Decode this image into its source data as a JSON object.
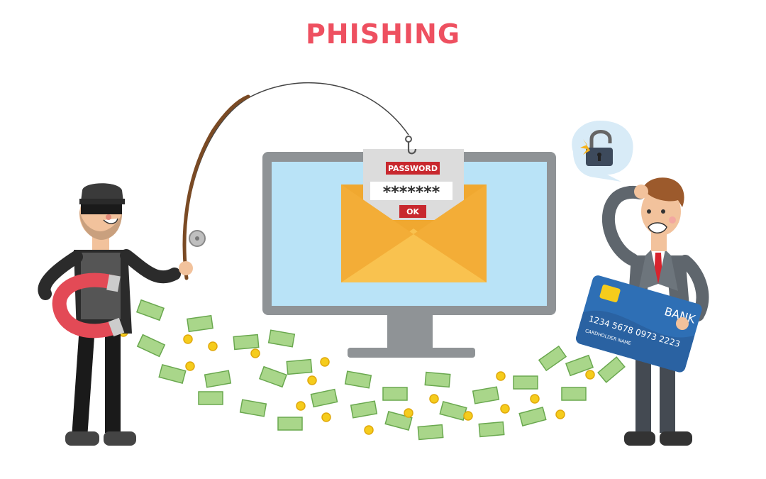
{
  "title": "PHISHING",
  "login_card": {
    "password_label": "PASSWORD",
    "password_value": "*******",
    "ok_label": "OK"
  },
  "credit_card": {
    "bank_label": "BANK",
    "number": "1234 5678 0973 2223",
    "holder": "CARDHOLDER NAME"
  },
  "colors": {
    "title": "#ee5060",
    "label_red": "#c8282e",
    "envelope": "#f6b53e",
    "screen": "#b9e3f7",
    "monitor": "#8f9396",
    "card_blue": "#2e6fb5",
    "cash": "#a9d68a",
    "coin": "#f5cc1c"
  },
  "icons": [
    "fishing-rod-icon",
    "fish-hook-icon",
    "magnet-icon",
    "padlock-icon",
    "credit-card-chip-icon",
    "dollar-bill-icon",
    "coin-icon",
    "envelope-icon"
  ]
}
